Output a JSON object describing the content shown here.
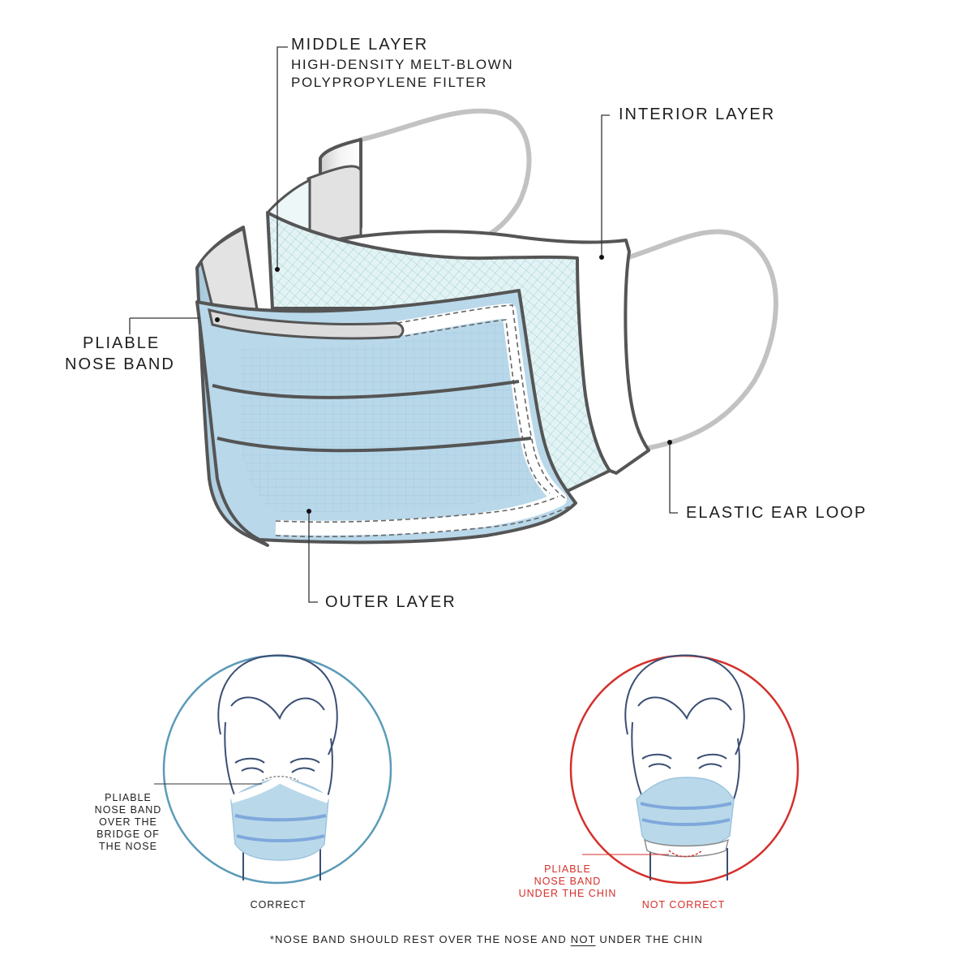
{
  "labels": {
    "middle_title": "MIDDLE LAYER",
    "middle_line2": "HIGH-DENSITY MELT-BLOWN",
    "middle_line3": "POLYPROPYLENE FILTER",
    "interior": "INTERIOR LAYER",
    "pliable_line1": "PLIABLE",
    "pliable_line2": "NOSE BAND",
    "ear_loop": "ELASTIC EAR LOOP",
    "outer": "OUTER LAYER"
  },
  "correct": {
    "note_lines": [
      "PLIABLE",
      "NOSE BAND",
      "OVER THE",
      "BRIDGE OF",
      "THE NOSE"
    ],
    "caption": "CORRECT",
    "ring_color": "#5b9bb8"
  },
  "incorrect": {
    "note_lines": [
      "PLIABLE",
      "NOSE BAND",
      "UNDER THE CHIN"
    ],
    "caption": "NOT CORRECT",
    "ring_color": "#d4302b"
  },
  "footnote": {
    "before": "*NOSE BAND SHOULD REST OVER THE NOSE AND ",
    "emph": "NOT",
    "after": " UNDER THE CHIN"
  },
  "colors": {
    "outline": "#555555",
    "mask_blue": "#b9d9ea",
    "filter_teal": "#dff1f3",
    "elastic": "#c4c4c4",
    "interior_gray": "#eeeeee",
    "face_line": "#3b4f74"
  }
}
